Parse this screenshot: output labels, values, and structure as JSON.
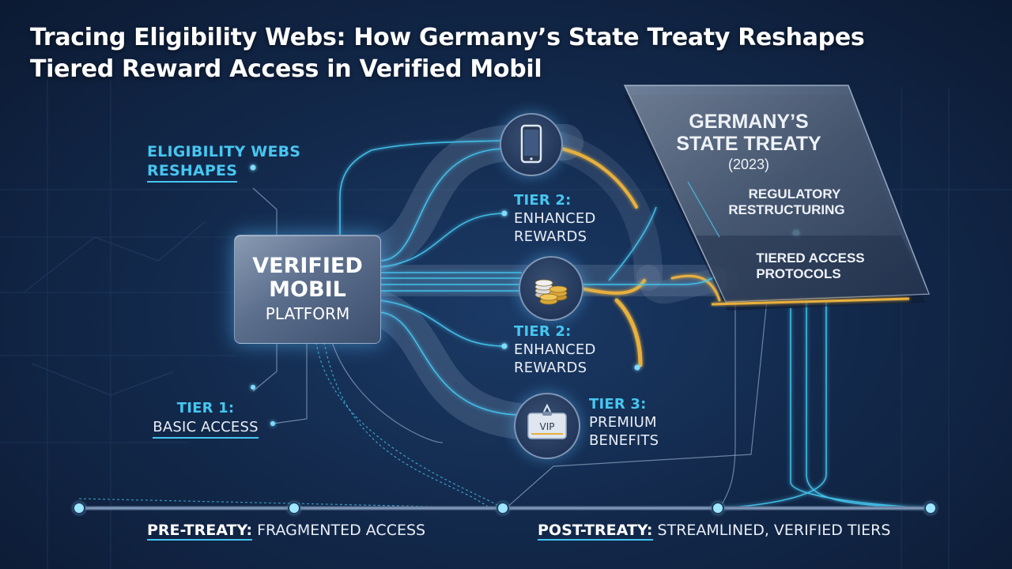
{
  "title": {
    "line1": "Tracing Eligibility Webs: How Germany’s State Treaty Reshapes",
    "line2": "Tiered Reward Access in Verified Mobil"
  },
  "eligibility_label": {
    "line1": "ELIGIBILITY WEBS",
    "line2": "RESHAPES"
  },
  "platform": {
    "line1": "VERIFIED",
    "line2": "MOBIL",
    "line3": "PLATFORM"
  },
  "tier1": {
    "heading": "TIER 1:",
    "text": "BASIC ACCESS"
  },
  "tier2_upper": {
    "heading": "TIER 2:",
    "line1": "ENHANCED",
    "line2": "REWARDS"
  },
  "tier2_lower": {
    "heading": "TIER 2:",
    "line1": "ENHANCED",
    "line2": "REWARDS"
  },
  "tier3": {
    "heading": "TIER 3:",
    "line1": "PREMIUM",
    "line2": "BENEFITS"
  },
  "vip_badge": "VIP",
  "treaty": {
    "line1": "GERMANY’S",
    "line2": "STATE TREATY",
    "year": "(2023)",
    "reg1": "REGULATORY",
    "reg2": "RESTRUCTURING",
    "tier1": "TIERED ACCESS",
    "tier2": "PROTOCOLS"
  },
  "timeline": {
    "pre_strong": "PRE-TREATY:",
    "pre_rest": " FRAGMENTED ACCESS",
    "post_strong": "POST-TREATY:",
    "post_rest": " STREAMLINED, VERIFIED TIERS"
  },
  "icons": [
    "smartphone-icon",
    "coin-stack-icon",
    "vip-badge-icon"
  ],
  "colors": {
    "background": "#132a4d",
    "accent_cyan": "#46c6f0",
    "accent_gold": "#e8b03c",
    "text": "#e9eef6"
  }
}
